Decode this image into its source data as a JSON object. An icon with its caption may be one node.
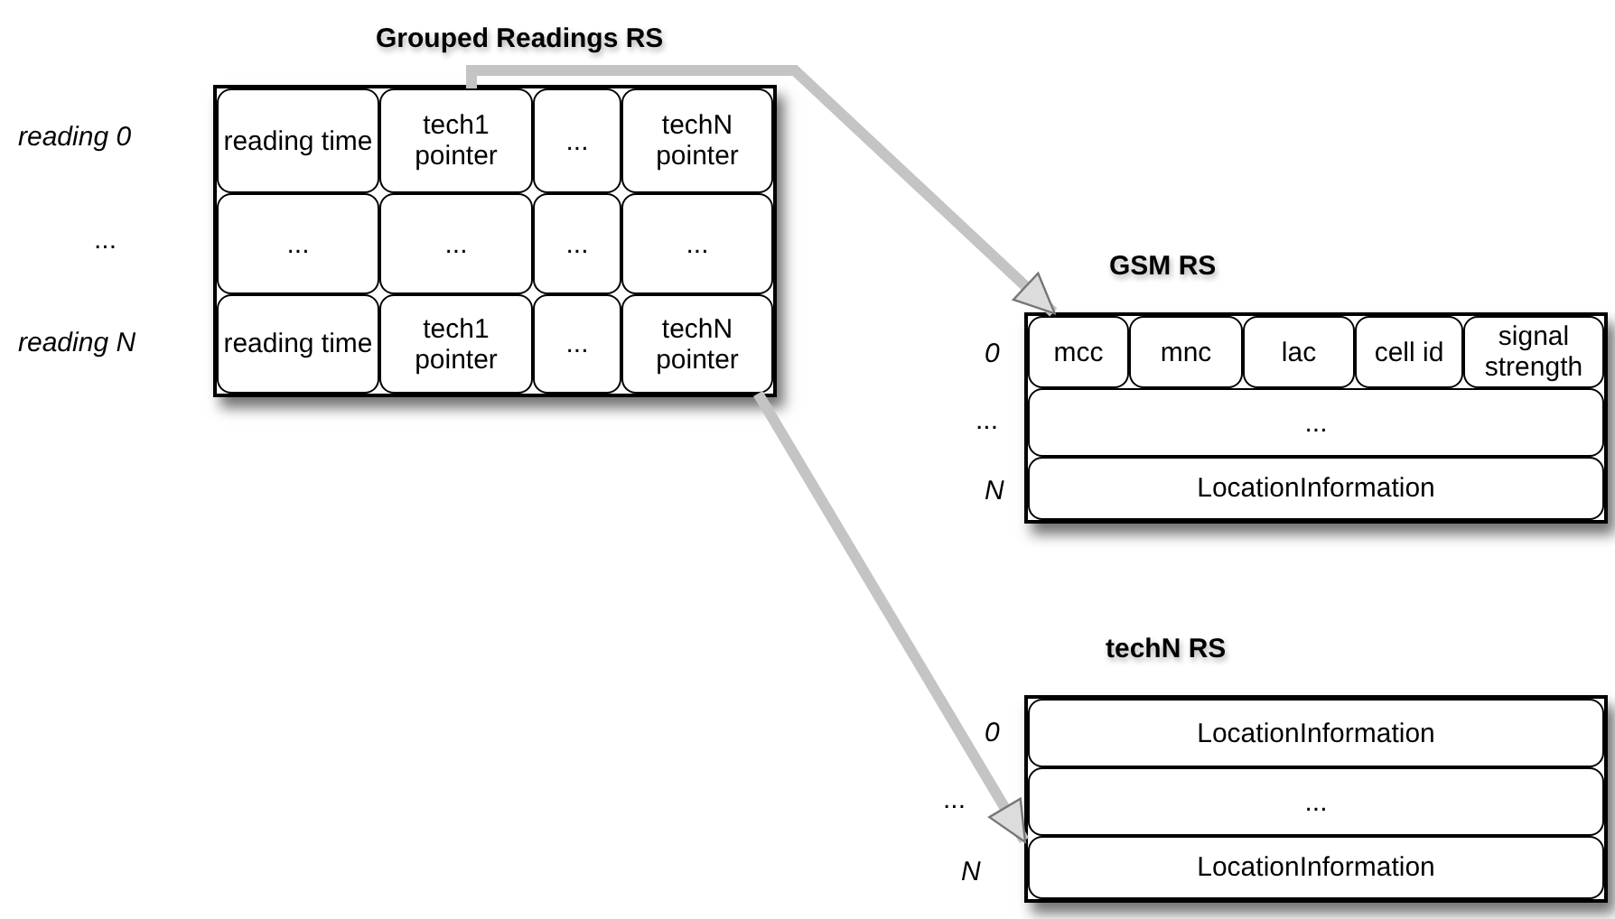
{
  "diagram": {
    "nodes": [
      {
        "text": [
          "Grouped Readings RS"
        ]
      },
      {
        "text": [
          "reading time"
        ],
        "in": 0
      },
      {
        "text": [
          "tech1 pointer"
        ],
        "in": 0
      },
      {
        "text": [
          "..."
        ],
        "in": 0
      },
      {
        "text": [
          "techN pointer"
        ],
        "in": 0
      },
      {
        "text": [
          "..."
        ],
        "in": 0
      },
      {
        "text": [
          "..."
        ],
        "in": 0
      },
      {
        "text": [
          "..."
        ],
        "in": 0
      },
      {
        "text": [
          "..."
        ],
        "in": 0
      },
      {
        "text": [
          "reading time"
        ],
        "in": 0
      },
      {
        "text": [
          "tech1 pointer"
        ],
        "in": 0
      },
      {
        "text": [
          "..."
        ],
        "in": 0
      },
      {
        "text": [
          "techN pointer"
        ],
        "in": 0
      },
      {
        "text": [
          "GSM RS"
        ]
      },
      {
        "text": [
          "mcc"
        ],
        "in": 13
      },
      {
        "text": [
          "mnc"
        ],
        "in": 13
      },
      {
        "text": [
          "lac"
        ],
        "in": 13
      },
      {
        "text": [
          "cell id"
        ],
        "in": 13
      },
      {
        "text": [
          "signal strength"
        ],
        "in": 13
      },
      {
        "text": [
          "..."
        ],
        "in": 13
      },
      {
        "text": [
          "LocationInformation"
        ],
        "in": 13
      },
      {
        "text": [
          "techN RS"
        ]
      },
      {
        "text": [
          "LocationInformation"
        ],
        "in": 21
      },
      {
        "text": [
          "..."
        ],
        "in": 21
      },
      {
        "text": [
          "LocationInformation"
        ],
        "in": 21
      }
    ],
    "edges": [
      {
        "from": 2,
        "to": 13,
        "arrow": "to"
      },
      {
        "from": 12,
        "to": 21,
        "arrow": "to"
      }
    ],
    "labels": [
      "reading 0",
      "...",
      "reading N",
      "0",
      "...",
      "N",
      "0",
      "...",
      "N"
    ]
  }
}
